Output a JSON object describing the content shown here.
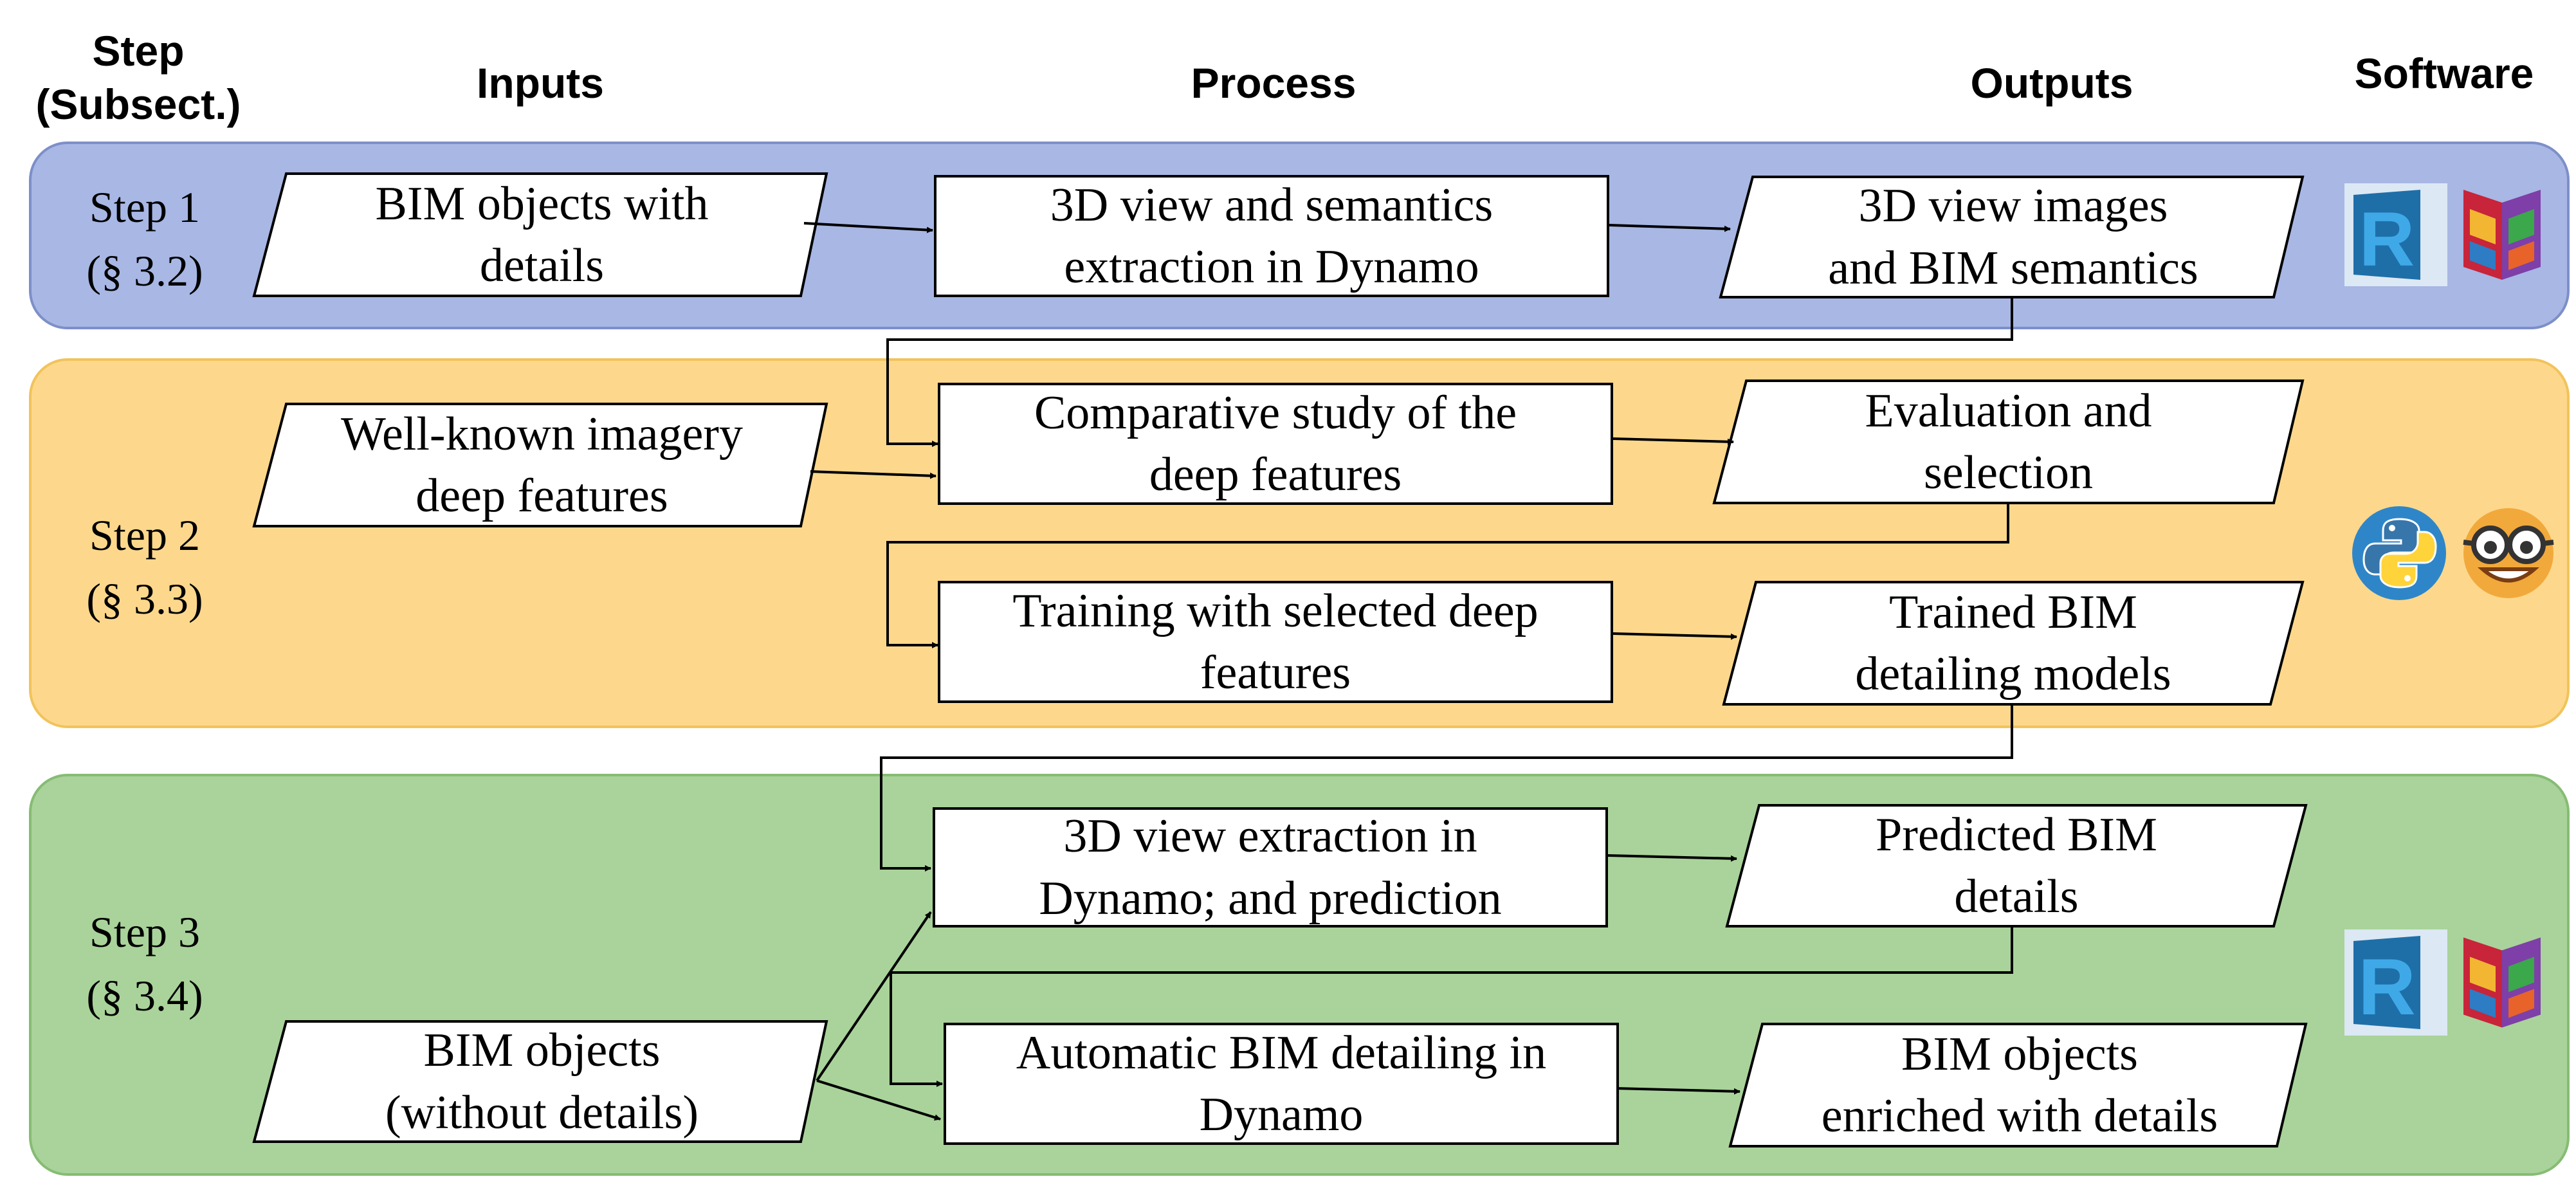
{
  "headers": {
    "step": "Step\n(Subsect.)",
    "inputs": "Inputs",
    "process": "Process",
    "outputs": "Outputs",
    "software": "Software"
  },
  "steps": [
    {
      "label": "Step 1",
      "subsection": "(§ 3.2)",
      "band_color": "#A8B7E4",
      "software_icons": [
        "revit-logo-icon",
        "dynamo-logo-icon"
      ]
    },
    {
      "label": "Step 2",
      "subsection": "(§ 3.3)",
      "band_color": "#FDD88C",
      "software_icons": [
        "python-logo-icon",
        "nerd-emoji-icon"
      ]
    },
    {
      "label": "Step 3",
      "subsection": "(§ 3.4)",
      "band_color": "#A9D39A",
      "software_icons": [
        "revit-logo-icon",
        "dynamo-logo-icon"
      ]
    }
  ],
  "inputs": [
    {
      "line1": "BIM objects with",
      "line2": "details"
    },
    {
      "line1": "Well-known imagery",
      "line2": "deep features"
    },
    {
      "line1": "BIM objects",
      "line2": "(without details)"
    }
  ],
  "processes": [
    {
      "line1": "3D view and semantics",
      "line2": "extraction in Dynamo"
    },
    {
      "line1": "Comparative study of the",
      "line2": "deep features"
    },
    {
      "line1": "Training with selected deep",
      "line2": "features"
    },
    {
      "line1": "3D view extraction in",
      "line2": "Dynamo; and prediction"
    },
    {
      "line1": "Automatic BIM detailing in",
      "line2": "Dynamo"
    }
  ],
  "outputs": [
    {
      "line1": "3D view images",
      "line2": "and BIM semantics"
    },
    {
      "line1": "Evaluation and",
      "line2": "selection"
    },
    {
      "line1": "Trained BIM",
      "line2": "detailing models"
    },
    {
      "line1": "Predicted BIM",
      "line2": "details"
    },
    {
      "line1": "BIM objects",
      "line2": "enriched with details"
    }
  ],
  "logo_letters": {
    "revit": "R"
  }
}
